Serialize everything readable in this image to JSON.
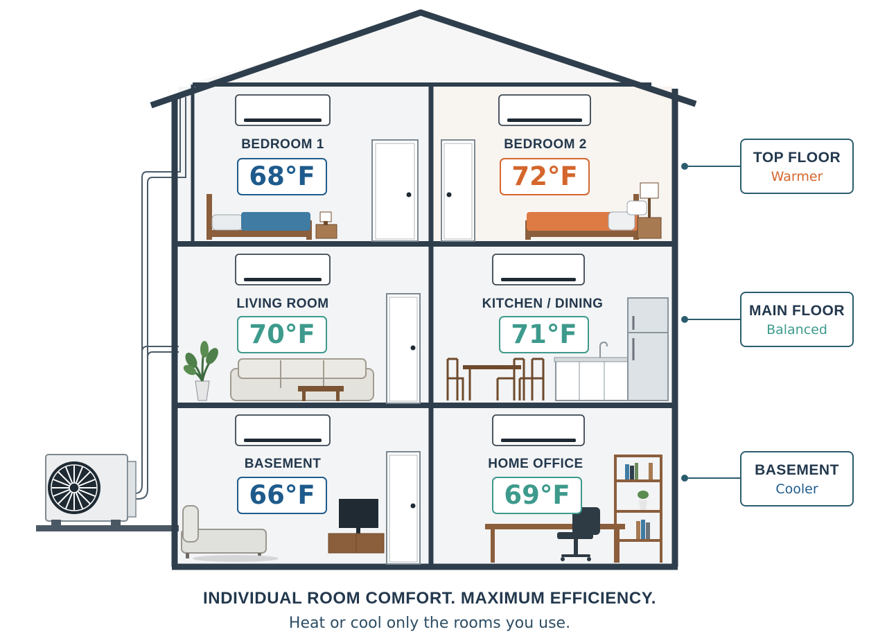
{
  "rooms": [
    {
      "name": "BEDROOM 1",
      "temp": "68°F",
      "color": "#1e5b8c"
    },
    {
      "name": "BEDROOM 2",
      "temp": "72°F",
      "color": "#d4662c"
    },
    {
      "name": "LIVING ROOM",
      "temp": "70°F",
      "color": "#3d9a8c"
    },
    {
      "name": "KITCHEN / DINING",
      "temp": "71°F",
      "color": "#3d9a8c"
    },
    {
      "name": "BASEMENT",
      "temp": "66°F",
      "color": "#1e5b8c"
    },
    {
      "name": "HOME OFFICE",
      "temp": "69°F",
      "color": "#3d9a8c"
    }
  ],
  "floors": [
    {
      "name": "TOP FLOOR",
      "status": "Warmer",
      "color": "#d4662c"
    },
    {
      "name": "MAIN FLOOR",
      "status": "Balanced",
      "color": "#3d9a8c"
    },
    {
      "name": "BASEMENT",
      "status": "Cooler",
      "color": "#1e5b8c"
    }
  ],
  "tagline": "INDIVIDUAL ROOM COMFORT. MAXIMUM EFFICIENCY.",
  "subline": "Heat or cool only the rooms you use.",
  "colors": {
    "outline": "#2e3e4c",
    "warm": "#d4662c",
    "cool": "#1e5b8c",
    "balanced": "#3d9a8c"
  }
}
